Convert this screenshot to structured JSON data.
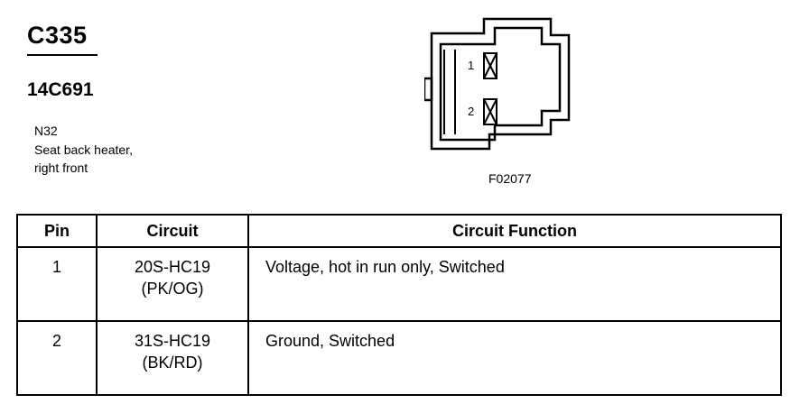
{
  "connector": {
    "id": "C335",
    "part_number": "14C691"
  },
  "component": {
    "code": "N32",
    "description_line1": "Seat back heater,",
    "description_line2": "right front"
  },
  "figure": {
    "code": "F02077",
    "pin_labels": [
      "1",
      "2"
    ]
  },
  "table": {
    "headers": [
      "Pin",
      "Circuit",
      "Circuit Function"
    ],
    "rows": [
      {
        "pin": "1",
        "circuit": "20S-HC19",
        "color": "(PK/OG)",
        "function": "Voltage, hot in run only, Switched"
      },
      {
        "pin": "2",
        "circuit": "31S-HC19",
        "color": "(BK/RD)",
        "function": "Ground, Switched"
      }
    ]
  }
}
